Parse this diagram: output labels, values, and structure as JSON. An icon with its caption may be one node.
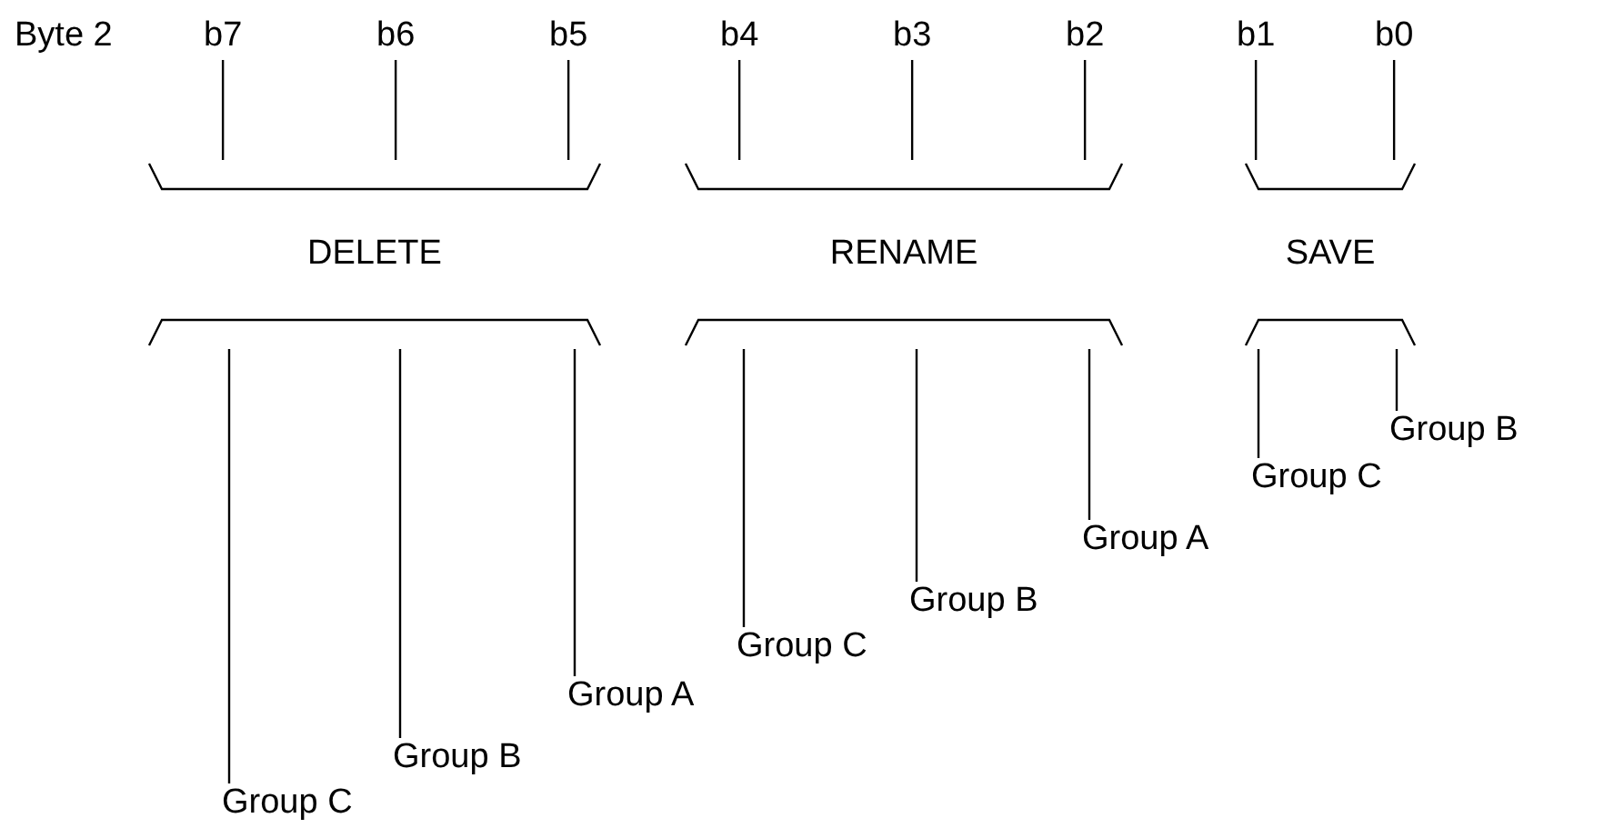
{
  "diagram": {
    "nodes": [
      {
        "text": [
          "b7"
        ]
      },
      {
        "text": [
          "b6"
        ]
      },
      {
        "text": [
          "b5"
        ]
      },
      {
        "text": [
          "b4"
        ]
      },
      {
        "text": [
          "b3"
        ]
      },
      {
        "text": [
          "b2"
        ]
      },
      {
        "text": [
          "b1"
        ]
      },
      {
        "text": [
          "b0"
        ]
      },
      {
        "text": [
          "DELETE"
        ]
      },
      {
        "text": [
          "RENAME"
        ]
      },
      {
        "text": [
          "SAVE"
        ]
      },
      {
        "text": [
          "Group B"
        ]
      },
      {
        "text": [
          "Group C"
        ]
      },
      {
        "text": [
          "Group A"
        ]
      },
      {
        "text": [
          "Group B"
        ]
      },
      {
        "text": [
          "Group C"
        ]
      },
      {
        "text": [
          "Group A"
        ]
      },
      {
        "text": [
          "Group B"
        ]
      },
      {
        "text": [
          "Group C"
        ]
      }
    ],
    "edges": [
      {
        "from": 0,
        "to": 8,
        "arrow": "none"
      },
      {
        "from": 1,
        "to": 8,
        "arrow": "none"
      },
      {
        "from": 2,
        "to": 8,
        "arrow": "none"
      },
      {
        "from": 3,
        "to": 9,
        "arrow": "none"
      },
      {
        "from": 4,
        "to": 9,
        "arrow": "none"
      },
      {
        "from": 5,
        "to": 9,
        "arrow": "none"
      },
      {
        "from": 6,
        "to": 10,
        "arrow": "none"
      },
      {
        "from": 7,
        "to": 10,
        "arrow": "none"
      },
      {
        "from": 8,
        "to": 18,
        "arrow": "none"
      },
      {
        "from": 8,
        "to": 17,
        "arrow": "none"
      },
      {
        "from": 8,
        "to": 16,
        "arrow": "none"
      },
      {
        "from": 9,
        "to": 15,
        "arrow": "none"
      },
      {
        "from": 9,
        "to": 14,
        "arrow": "none"
      },
      {
        "from": 9,
        "to": 13,
        "arrow": "none"
      },
      {
        "from": 10,
        "to": 12,
        "arrow": "none"
      },
      {
        "from": 10,
        "to": 11,
        "arrow": "none"
      }
    ],
    "labels": [
      "Byte 2"
    ]
  }
}
